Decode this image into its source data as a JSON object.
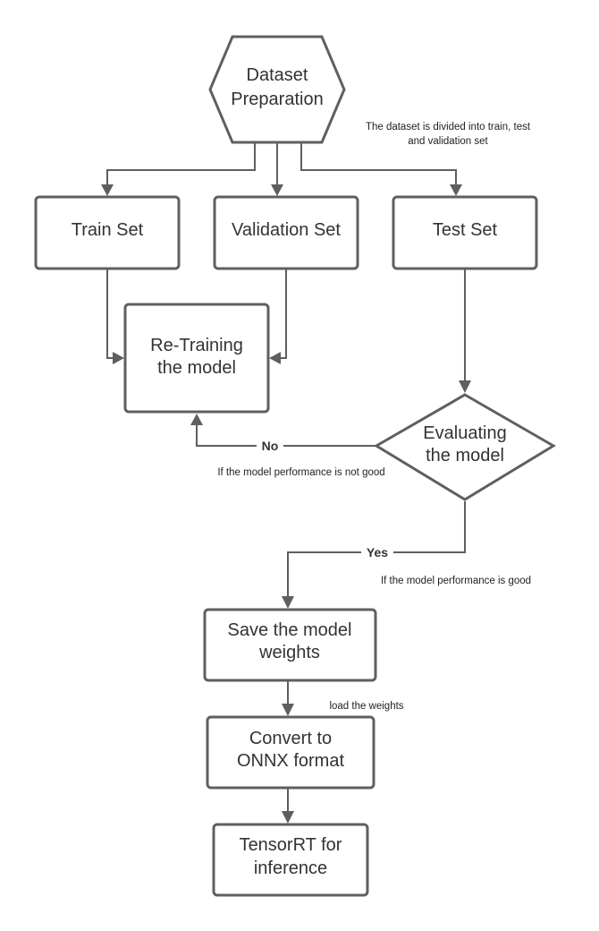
{
  "nodes": {
    "dataset_preparation": {
      "line1": "Dataset",
      "line2": "Preparation"
    },
    "train_set": {
      "label": "Train Set"
    },
    "validation_set": {
      "label": "Validation Set"
    },
    "test_set": {
      "label": "Test Set"
    },
    "retraining": {
      "line1": "Re-Training",
      "line2": "the model"
    },
    "evaluating": {
      "line1": "Evaluating",
      "line2": "the model"
    },
    "save_weights": {
      "line1": "Save the model",
      "line2": "weights"
    },
    "convert_onnx": {
      "line1": "Convert to",
      "line2": "ONNX format"
    },
    "tensorrt": {
      "line1": "TensorRT for",
      "line2": "inference"
    }
  },
  "notes": {
    "dataset_split": {
      "line1": "The dataset is divided into train, test",
      "line2": "and validation set"
    },
    "not_good": "If the model performance is not good",
    "good": "If the model performance is good",
    "load_weights": "load the weights"
  },
  "edge_labels": {
    "no": "No",
    "yes": "Yes"
  }
}
